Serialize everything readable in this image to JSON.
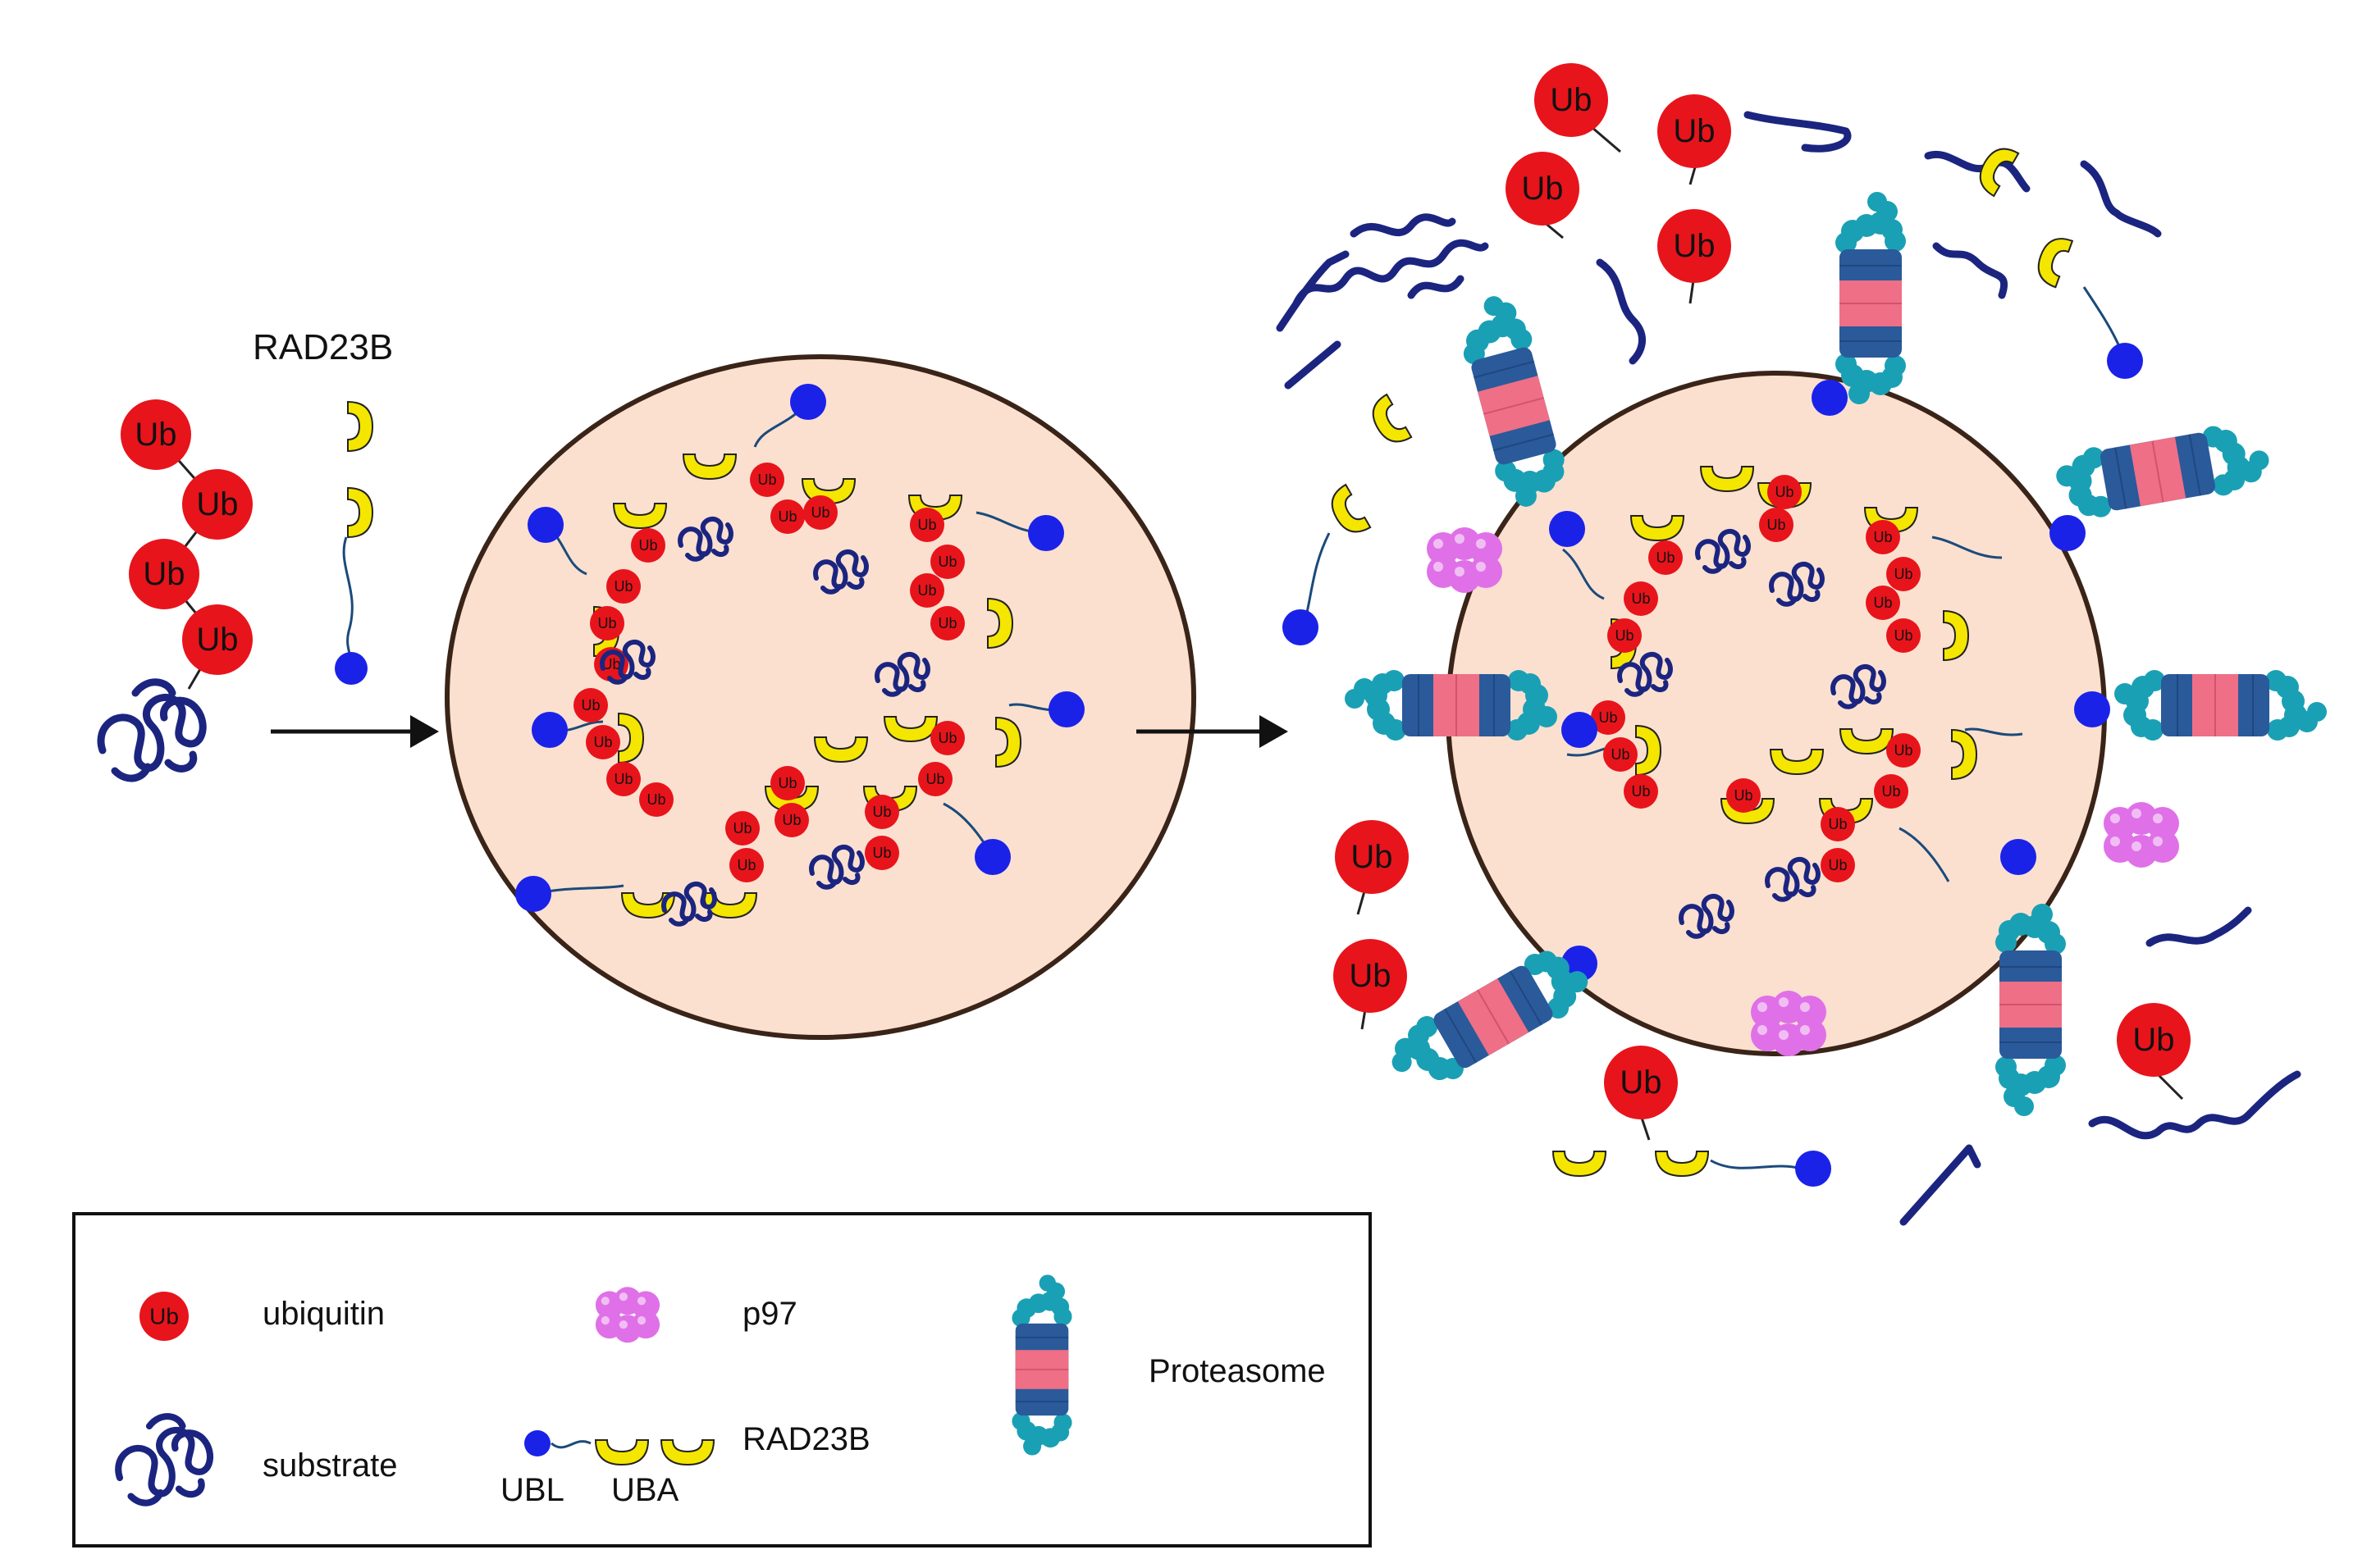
{
  "title_label": "RAD23B",
  "ub_text": "Ub",
  "colors": {
    "ubiquitin": "#e8141b",
    "rad23b_uba": "#f5e600",
    "ubl": "#1a22e8",
    "substrate": "#1b2580",
    "droplet_fill": "#fbe0d0",
    "p97": "#e070e8",
    "proteasome_cap": "#1aa0b4",
    "proteasome_ring_blue": "#2a5a9a",
    "proteasome_ring_pink": "#ef6f86"
  },
  "legend": {
    "ubiquitin": "ubiquitin",
    "substrate": "substrate",
    "p97": "p97",
    "rad23b": "RAD23B",
    "ubl": "UBL",
    "uba": "UBA",
    "proteasome": "Proteasome"
  },
  "icons": [
    "ubiquitin-icon",
    "substrate-icon",
    "rad23b-icon",
    "ubl-icon",
    "uba-icon",
    "p97-icon",
    "proteasome-icon",
    "arrow-icon",
    "droplet-icon"
  ]
}
